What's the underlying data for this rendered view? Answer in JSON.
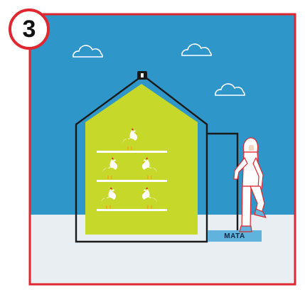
{
  "step": {
    "number": "3"
  },
  "mat": {
    "label": "MATA"
  },
  "icons": [
    "cloud-icon",
    "chicken-icon",
    "person-in-protective-suit-icon",
    "lamp-icon"
  ],
  "colors": {
    "frame_border": "#e0262e",
    "sky": "#2f96c9",
    "ground": "#e9eef2",
    "coop_interior": "#c6d92a",
    "mat": "#5fb3dc",
    "outline": "#1a1a1a"
  },
  "counts": {
    "chickens": 5,
    "shelves": 3,
    "clouds": 3
  }
}
